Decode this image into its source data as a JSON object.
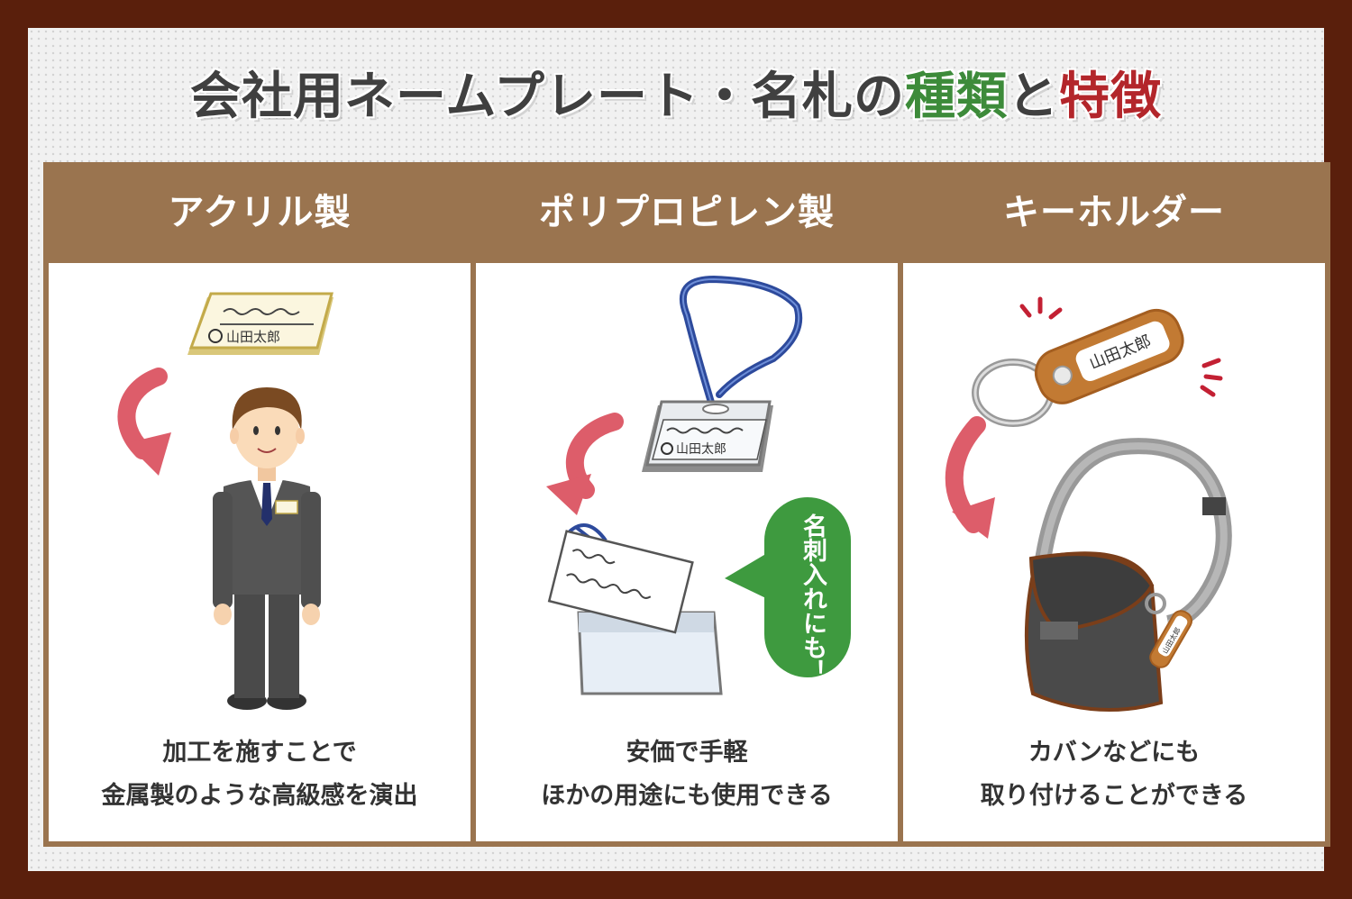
{
  "title": {
    "part1": "会社用ネームプレート・名札の",
    "part2": "種類",
    "part3": "と",
    "part4": "特徴"
  },
  "colors": {
    "frame": "#5a1f0c",
    "header": "#9a744f",
    "title_green": "#3d8b3a",
    "title_red": "#b3262b",
    "arrow": "#dd5d6a",
    "bubble": "#3e9a3f",
    "keytag": "#c27a33"
  },
  "panels": [
    {
      "heading": "アクリル製",
      "plate_text": "山田太郎",
      "caption_line1": "加工を施すことで",
      "caption_line2": "金属製のような高級感を演出"
    },
    {
      "heading": "ポリプロピレン製",
      "plate_text": "山田太郎",
      "bubble_text": "名刺入れにも！",
      "caption_line1": "安価で手軽",
      "caption_line2": "ほかの用途にも使用できる"
    },
    {
      "heading": "キーホルダー",
      "tag_text": "山田太郎",
      "small_tag_text": "山田太郎",
      "caption_line1": "カバンなどにも",
      "caption_line2": "取り付けることができる"
    }
  ]
}
